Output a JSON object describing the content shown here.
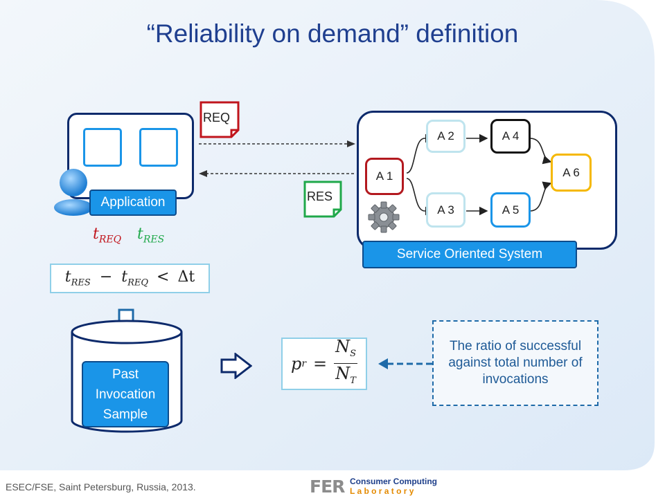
{
  "title": "“Reliability on demand” definition",
  "application_label": "Application",
  "req_label": "REQ",
  "res_label": "RES",
  "soa_label": "Service Oriented System",
  "nodes": [
    "A 1",
    "A 2",
    "A 3",
    "A 4",
    "A 5",
    "A 6"
  ],
  "t_req": "t",
  "t_req_sub": "REQ",
  "t_res": "t",
  "t_res_sub": "RES",
  "formula_condition": {
    "lhs": "t",
    "lhs_sub": "RES",
    "op": "−",
    "rhs": "t",
    "rhs_sub": "REQ",
    "rel": "<",
    "bound": "Δt"
  },
  "sample_label": "Past Invocation Sample",
  "pr_formula": {
    "p": "p",
    "p_sub": "r",
    "eq": "=",
    "num": "N",
    "num_sub": "S",
    "den": "N",
    "den_sub": "T"
  },
  "ratio_text": "The ratio of successful against total number of invocations",
  "footer": "ESEC/FSE, Saint Petersburg, Russia, 2013.",
  "logo": {
    "mark": "FER",
    "line1": "Consumer Computing",
    "line2": "L a b o r a t o r y"
  },
  "colors": {
    "title": "#1f3f8f",
    "accent": "#1a95e8",
    "req": "#c0141c",
    "res": "#1fa84a",
    "a6_border": "#f5b800"
  }
}
